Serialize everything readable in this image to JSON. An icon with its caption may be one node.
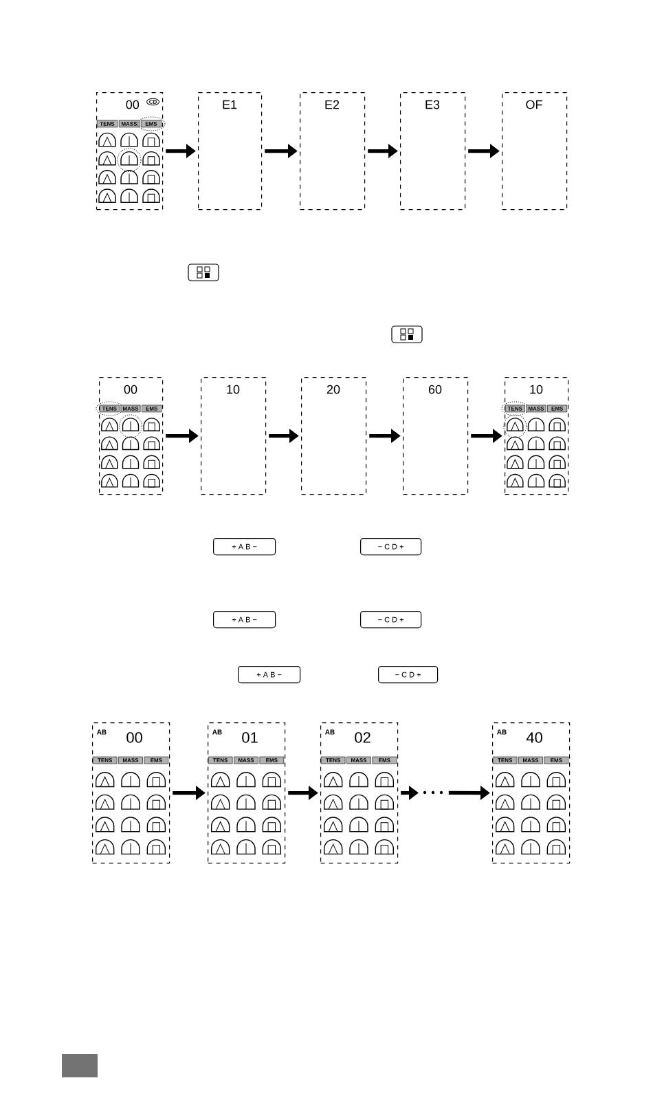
{
  "diagram": {
    "nodes": [
      {
        "text": [
          "00",
          "CD",
          "TENS",
          "MASS",
          "EMS"
        ]
      },
      {
        "text": [
          "E1"
        ]
      },
      {
        "text": [
          "E2"
        ]
      },
      {
        "text": [
          "E3"
        ]
      },
      {
        "text": [
          "OF"
        ]
      },
      {
        "text": [
          "00",
          "TENS",
          "MASS",
          "EMS"
        ]
      },
      {
        "text": [
          "10"
        ]
      },
      {
        "text": [
          "20"
        ]
      },
      {
        "text": [
          "60"
        ]
      },
      {
        "text": [
          "10",
          "TENS",
          "MASS",
          "EMS"
        ]
      },
      {
        "text": [
          "+ A B −"
        ]
      },
      {
        "text": [
          "− C D +"
        ]
      },
      {
        "text": [
          "+ A B −"
        ]
      },
      {
        "text": [
          "− C D +"
        ]
      },
      {
        "text": [
          "+ A B −"
        ]
      },
      {
        "text": [
          "− C D +"
        ]
      },
      {
        "text": [
          "AB",
          "00",
          "TENS",
          "MASS",
          "EMS"
        ]
      },
      {
        "text": [
          "AB",
          "01",
          "TENS",
          "MASS",
          "EMS"
        ]
      },
      {
        "text": [
          "AB",
          "02",
          "TENS",
          "MASS",
          "EMS"
        ]
      },
      {
        "text": [],
        "shape": "dots"
      },
      {
        "text": [
          "AB",
          "40",
          "TENS",
          "MASS",
          "EMS"
        ]
      }
    ],
    "edges": [
      {
        "from": 0,
        "to": 1,
        "arrow": "to"
      },
      {
        "from": 1,
        "to": 2,
        "arrow": "to"
      },
      {
        "from": 2,
        "to": 3,
        "arrow": "to"
      },
      {
        "from": 3,
        "to": 4,
        "arrow": "to"
      },
      {
        "from": 5,
        "to": 6,
        "arrow": "to"
      },
      {
        "from": 6,
        "to": 7,
        "arrow": "to"
      },
      {
        "from": 7,
        "to": 8,
        "arrow": "to"
      },
      {
        "from": 8,
        "to": 9,
        "arrow": "to"
      },
      {
        "from": 16,
        "to": 17,
        "arrow": "to"
      },
      {
        "from": 17,
        "to": 18,
        "arrow": "to"
      },
      {
        "from": 18,
        "to": 19,
        "arrow": "to"
      },
      {
        "from": 19,
        "to": 20,
        "arrow": "to"
      }
    ]
  }
}
